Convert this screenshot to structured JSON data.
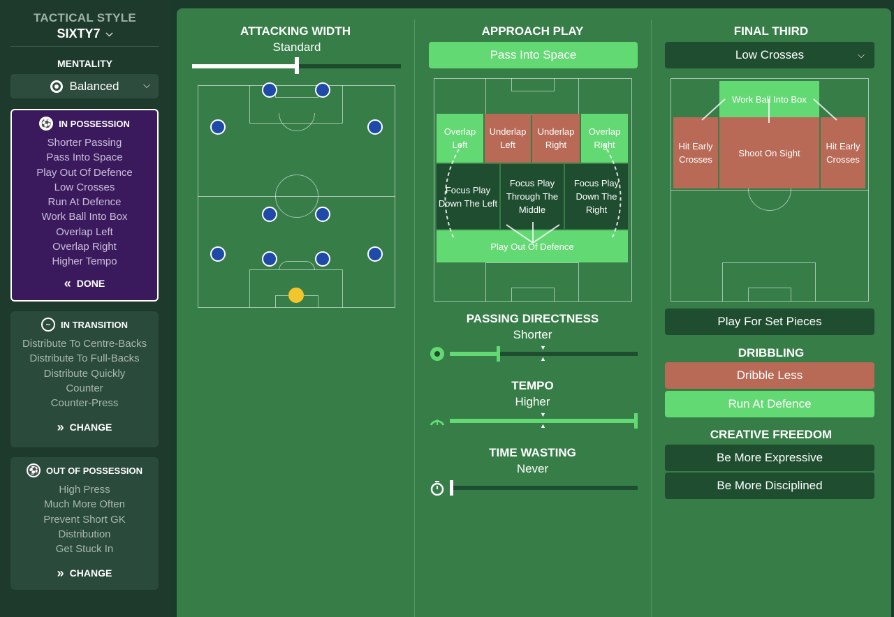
{
  "sidebar": {
    "tactical_style_label": "TACTICAL STYLE",
    "tactic_name": "SIXTY7",
    "mentality_label": "MENTALITY",
    "mentality_value": "Balanced",
    "in_possession": {
      "title": "IN POSSESSION",
      "items": [
        "Shorter Passing",
        "Pass Into Space",
        "Play Out Of Defence",
        "Low Crosses",
        "Run At Defence",
        "Work Ball Into Box",
        "Overlap Left",
        "Overlap Right",
        "Higher Tempo"
      ],
      "action": "DONE"
    },
    "in_transition": {
      "title": "IN TRANSITION",
      "items": [
        "Distribute To Centre-Backs",
        "Distribute To Full-Backs",
        "Distribute Quickly",
        "Counter",
        "Counter-Press"
      ],
      "action": "CHANGE"
    },
    "out_of_possession": {
      "title": "OUT OF POSSESSION",
      "items": [
        "High Press",
        "Much More Often",
        "Prevent Short GK",
        "Distribution",
        "Get Stuck In"
      ],
      "action": "CHANGE"
    }
  },
  "attacking_width": {
    "title": "ATTACKING WIDTH",
    "value": "Standard",
    "level": 0.5
  },
  "approach_play": {
    "title": "APPROACH PLAY",
    "selected": "Pass Into Space",
    "zones": {
      "overlap_left": "Overlap Left",
      "underlap_left": "Underlap Left",
      "underlap_right": "Underlap Right",
      "overlap_right": "Overlap Right",
      "focus_left": "Focus Play Down The Left",
      "focus_middle": "Focus Play Through The Middle",
      "focus_right": "Focus Play Down The Right",
      "play_out": "Play Out Of Defence"
    }
  },
  "passing_directness": {
    "title": "PASSING DIRECTNESS",
    "value": "Shorter",
    "level": 0.25
  },
  "tempo": {
    "title": "TEMPO",
    "value": "Higher",
    "level": 1.0
  },
  "time_wasting": {
    "title": "TIME WASTING",
    "value": "Never",
    "level": 0.0
  },
  "final_third": {
    "title": "FINAL THIRD",
    "selected": "Low Crosses",
    "zones": {
      "work_ball": "Work Ball Into Box",
      "hit_early_left": "Hit Early Crosses",
      "shoot_on_sight": "Shoot On Sight",
      "hit_early_right": "Hit Early Crosses"
    },
    "set_pieces": "Play For Set Pieces"
  },
  "dribbling": {
    "title": "DRIBBLING",
    "options": [
      "Dribble Less",
      "Run At Defence"
    ]
  },
  "creative_freedom": {
    "title": "CREATIVE FREEDOM",
    "options": [
      "Be More Expressive",
      "Be More Disciplined"
    ]
  },
  "colors": {
    "main_green": "#367d47",
    "accent_green": "#63d973",
    "dark_green": "#1e4d30",
    "red": "#b96a57",
    "purple": "#3a1a5c"
  }
}
